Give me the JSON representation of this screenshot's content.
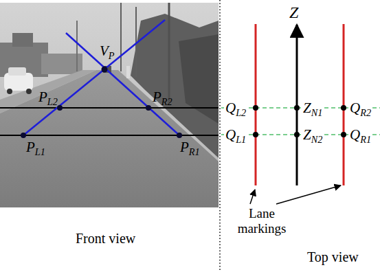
{
  "diagram": {
    "labels": [
      "VP",
      "PL2",
      "PR2",
      "PL1",
      "PR1",
      "Front view",
      "QL2",
      "QL1",
      "ZN1",
      "ZN2",
      "QR2",
      "QR1",
      "Z",
      "Lane markings",
      "Top view"
    ]
  }
}
